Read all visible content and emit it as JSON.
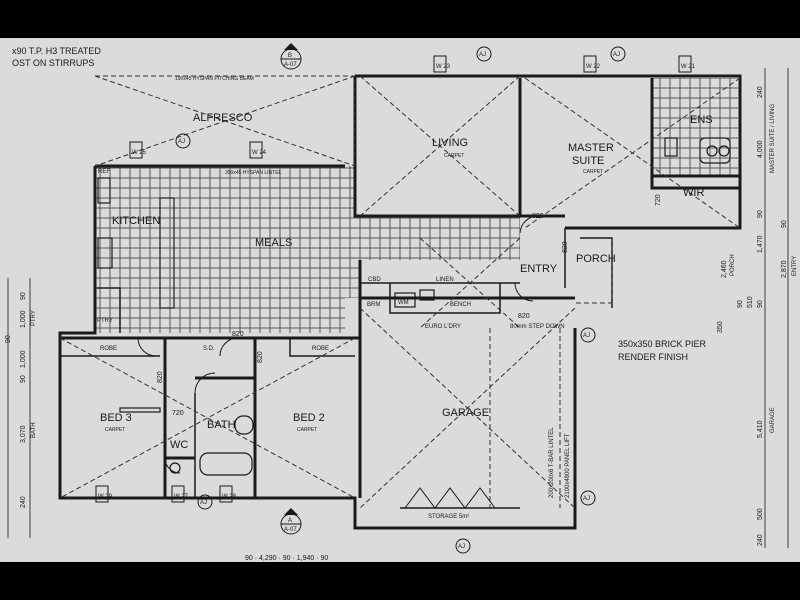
{
  "notes": {
    "beam_note_1": "x90 T.P. H3 TREATED",
    "beam_note_2": "OST ON STIRRUPS",
    "pier_note_1": "350x350 BRICK PIER",
    "pier_note_2": "RENDER FINISH",
    "lintel_note": "200x200x6 T-BAR LINTEL",
    "lift_note": "2100x4800 PANEL LIFT",
    "step_note": "80mm STEP DOWN",
    "beam_label": "190x45 HYSPAN PITCHING BEAM",
    "meals_lintel": "350x45 HYSPAN LINTEL"
  },
  "rooms": {
    "alfresco": "ALFRESCO",
    "living": "LIVING",
    "living_sub": "CARPET",
    "master_1": "MASTER",
    "master_2": "SUITE",
    "master_sub": "CARPET",
    "ens": "ENS",
    "wir": "WIR",
    "kitchen": "KITCHEN",
    "meals": "MEALS",
    "cbd": "CBD",
    "linen": "LINEN",
    "entry": "ENTRY",
    "porch": "PORCH",
    "brm": "BRM",
    "wm": "WM",
    "bench": "BENCH",
    "euro_ldry": "EURO L'DRY",
    "ptry": "PTRY",
    "robe_1": "ROBE",
    "robe_2": "ROBE",
    "sd": "S.D.",
    "bed3": "BED 3",
    "bed3_sub": "CARPET",
    "bath": "BATH",
    "wc": "WC",
    "bed2": "BED 2",
    "bed2_sub": "CARPET",
    "garage": "GARAGE",
    "storage": "STORAGE 5m²",
    "ref": "REF",
    "aj": "AJ"
  },
  "windows": {
    "w23": "W 23",
    "w22": "W 22",
    "w21": "W 21",
    "w25": "W 25",
    "w24": "W 24",
    "w27": "W 27",
    "w28": "W 28",
    "w29": "W 29"
  },
  "section_markers": {
    "top": "B",
    "top_ref": "A-07",
    "bottom": "A",
    "bottom_ref": "A-07"
  },
  "dimensions": {
    "d820a": "820",
    "d820b": "820",
    "d820c": "820",
    "d820d": "820",
    "d820e": "820",
    "d820f": "820",
    "d720a": "720",
    "d720b": "720",
    "right_240": "240",
    "right_4000": "4,000",
    "right_4000_sub": "MASTER SUITE / LIVING",
    "right_90a": "90",
    "right_1470": "1,470",
    "right_90b": "90",
    "right_2460": "2,460",
    "right_2460_sub": "PORCH",
    "right_2870": "2,870",
    "right_2870_sub": "ENTRY",
    "right_350": "350",
    "right_90c": "90",
    "right_510": "510",
    "right_90d": "90",
    "right_5410": "5,410",
    "right_5410_sub": "GARAGE",
    "right_500": "500",
    "right_240b": "240",
    "left_90a": "90",
    "left_1000": "1,000",
    "left_ptry": "PTRY",
    "left_90b": "90",
    "left_1000b": "1,000",
    "left_3070": "3,070",
    "left_bath": "BATH",
    "left_240": "240",
    "left_90c": "90",
    "bottom_dims": "90 · 4,290 · 90 · 1,940 · 90"
  },
  "colors": {
    "paper": "#d9dcd8",
    "ink": "#1a1a1a",
    "tile": "#4a4a4a"
  }
}
